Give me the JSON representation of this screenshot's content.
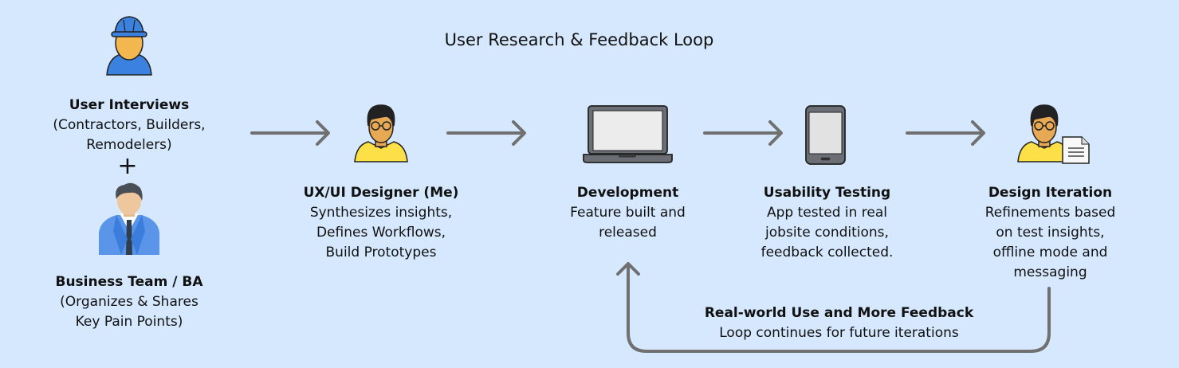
{
  "title": "User Research & Feedback Loop",
  "colors": {
    "background": "#d6e8fd",
    "arrow": "#707070",
    "text": "#111111",
    "hardhat_blue": "#3b82e0",
    "skin": "#f2b84f",
    "shirt_yellow": "#fde047",
    "suit_blue": "#5b95ea"
  },
  "nodes": {
    "user_interviews": {
      "icon": "construction-worker-icon",
      "head": "User Interviews",
      "desc": "(Contractors, Builders,\nRemodelers)"
    },
    "plus": "+",
    "business_team": {
      "icon": "businessman-icon",
      "head": "Business Team / BA",
      "desc": "(Organizes & Shares\nKey Pain Points)"
    },
    "designer": {
      "icon": "designer-person-icon",
      "head": "UX/UI Designer (Me)",
      "desc": "Synthesizes insights,\nDefines Workflows,\nBuild Prototypes"
    },
    "development": {
      "icon": "laptop-icon",
      "head": "Development",
      "desc": "Feature built and\nreleased"
    },
    "usability_testing": {
      "icon": "tablet-icon",
      "head": "Usability Testing",
      "desc": "App tested in real\njobsite conditions,\nfeedback collected."
    },
    "design_iteration": {
      "icon": "designer-with-document-icon",
      "head": "Design Iteration",
      "desc": "Refinements based\non test insights,\noffline mode and\nmessaging"
    }
  },
  "loop": {
    "head": "Real-world Use and More Feedback",
    "desc": "Loop continues for future iterations"
  }
}
